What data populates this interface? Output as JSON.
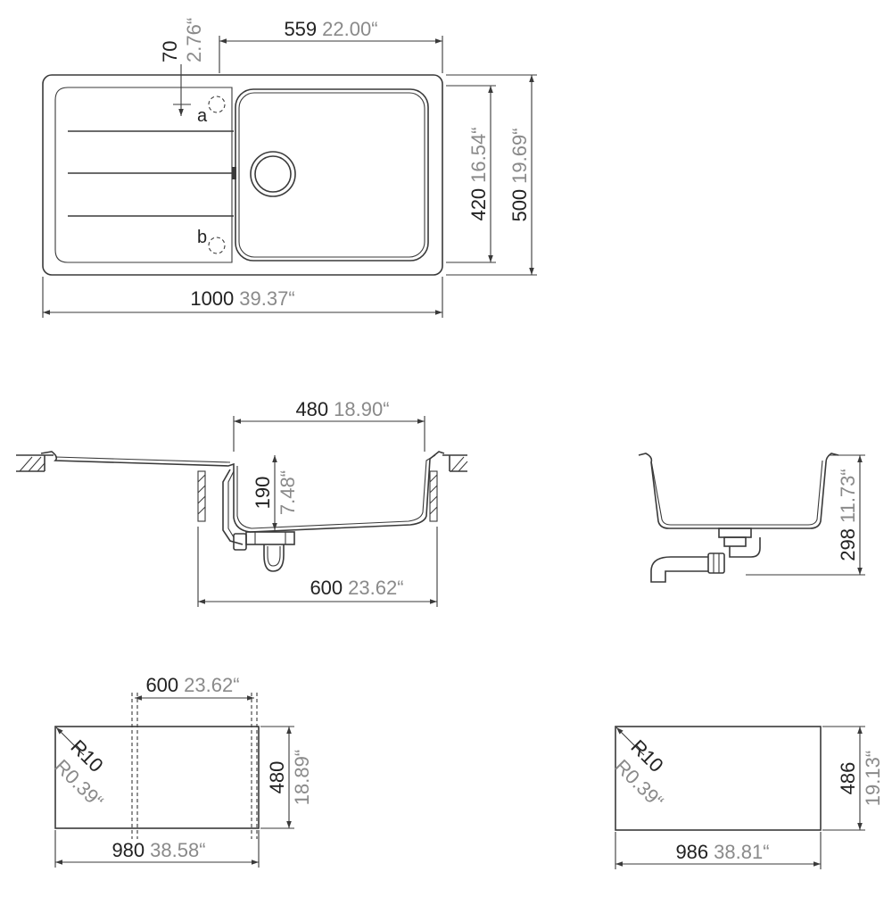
{
  "top_view": {
    "overall_width": {
      "mm": "1000",
      "inch": "39.37“"
    },
    "bowl_offset": {
      "mm": "559",
      "inch": "22.00“"
    },
    "tap_offset": {
      "mm": "70",
      "inch": "2.76“"
    },
    "bowl_depth": {
      "mm": "420",
      "inch": "16.54“"
    },
    "overall_depth": {
      "mm": "500",
      "inch": "19.69“"
    },
    "tap_hole_a": "a",
    "tap_hole_b": "b"
  },
  "side_view": {
    "bowl_width": {
      "mm": "480",
      "inch": "18.90“"
    },
    "bowl_height": {
      "mm": "190",
      "inch": "7.48“"
    },
    "cabinet_width": {
      "mm": "600",
      "inch": "23.62“"
    }
  },
  "end_view": {
    "installed_depth": {
      "mm": "298",
      "inch": "11.73“"
    }
  },
  "cutout_inset": {
    "cabinet_width": {
      "mm": "600",
      "inch": "23.62“"
    },
    "radius": {
      "mm": "R10",
      "inch": "R0.39“"
    },
    "height": {
      "mm": "480",
      "inch": "18.89“"
    },
    "width": {
      "mm": "980",
      "inch": "38.58“"
    }
  },
  "cutout_flush": {
    "radius": {
      "mm": "R10",
      "inch": "R0.39“"
    },
    "height": {
      "mm": "486",
      "inch": "19.13“"
    },
    "width": {
      "mm": "986",
      "inch": "38.81“"
    }
  }
}
